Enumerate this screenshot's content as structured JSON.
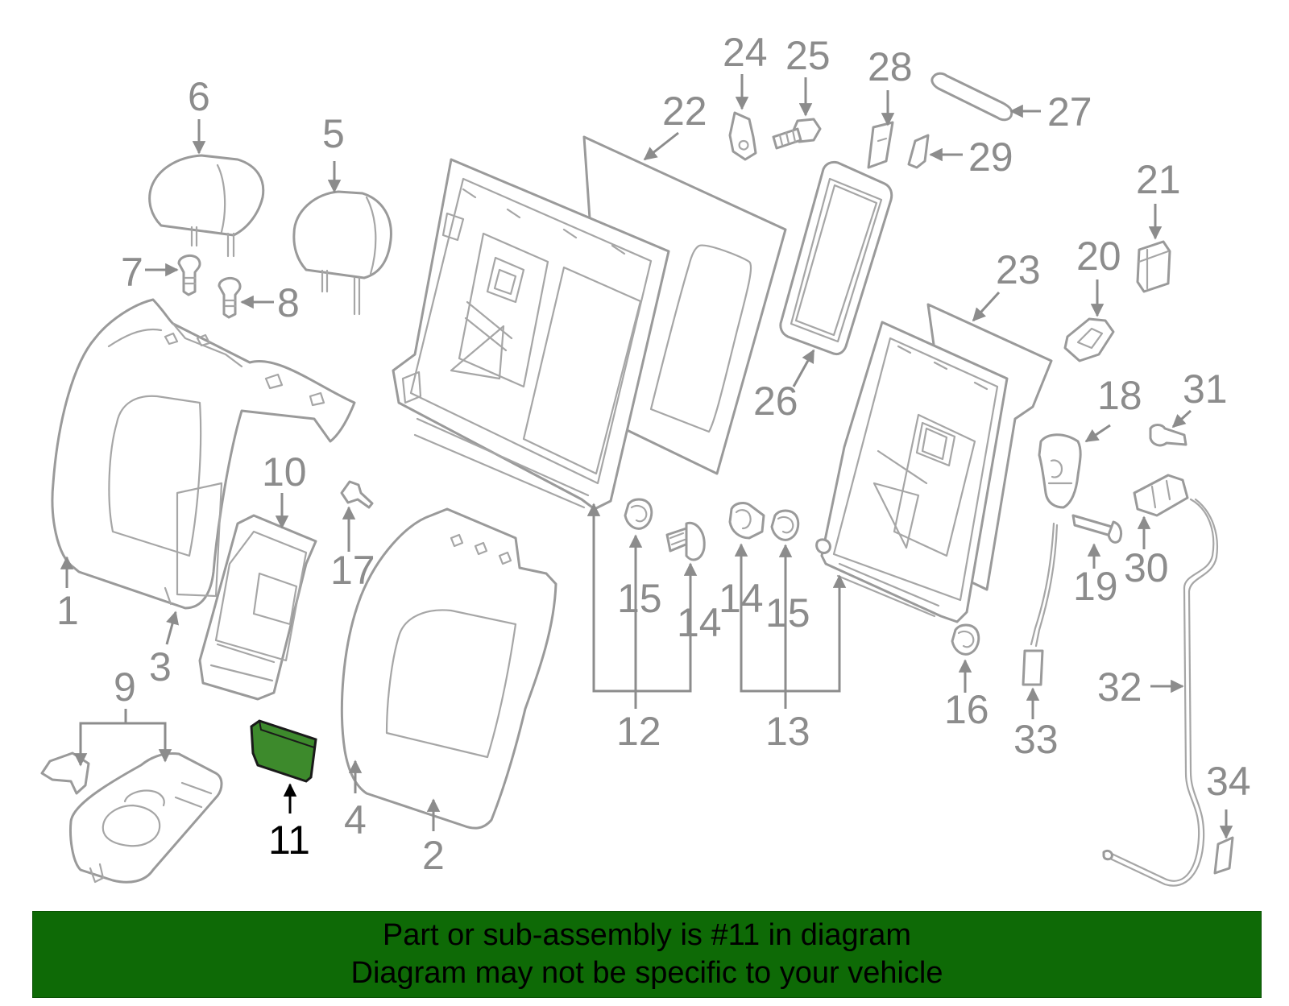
{
  "diagram": {
    "highlight_color": "#3d8a2c",
    "banner_color": "#0e6a06",
    "callout_color": "#8c8c8c",
    "highlighted_part": "11",
    "callouts": [
      {
        "id": "1",
        "label": "1"
      },
      {
        "id": "2",
        "label": "2"
      },
      {
        "id": "3",
        "label": "3"
      },
      {
        "id": "4",
        "label": "4"
      },
      {
        "id": "5",
        "label": "5"
      },
      {
        "id": "6",
        "label": "6"
      },
      {
        "id": "7",
        "label": "7"
      },
      {
        "id": "8",
        "label": "8"
      },
      {
        "id": "9",
        "label": "9"
      },
      {
        "id": "10",
        "label": "10"
      },
      {
        "id": "11",
        "label": "11"
      },
      {
        "id": "12",
        "label": "12"
      },
      {
        "id": "13",
        "label": "13"
      },
      {
        "id": "14a",
        "label": "14"
      },
      {
        "id": "14b",
        "label": "14"
      },
      {
        "id": "15a",
        "label": "15"
      },
      {
        "id": "15b",
        "label": "15"
      },
      {
        "id": "16",
        "label": "16"
      },
      {
        "id": "17",
        "label": "17"
      },
      {
        "id": "18",
        "label": "18"
      },
      {
        "id": "19",
        "label": "19"
      },
      {
        "id": "20",
        "label": "20"
      },
      {
        "id": "21",
        "label": "21"
      },
      {
        "id": "22",
        "label": "22"
      },
      {
        "id": "23",
        "label": "23"
      },
      {
        "id": "24",
        "label": "24"
      },
      {
        "id": "25",
        "label": "25"
      },
      {
        "id": "26",
        "label": "26"
      },
      {
        "id": "27",
        "label": "27"
      },
      {
        "id": "28",
        "label": "28"
      },
      {
        "id": "29",
        "label": "29"
      },
      {
        "id": "30",
        "label": "30"
      },
      {
        "id": "31",
        "label": "31"
      },
      {
        "id": "32",
        "label": "32"
      },
      {
        "id": "33",
        "label": "33"
      },
      {
        "id": "34",
        "label": "34"
      }
    ]
  },
  "banner": {
    "line1": "Part or sub-assembly is #11 in diagram",
    "line2": "Diagram may not be specific to your vehicle"
  }
}
